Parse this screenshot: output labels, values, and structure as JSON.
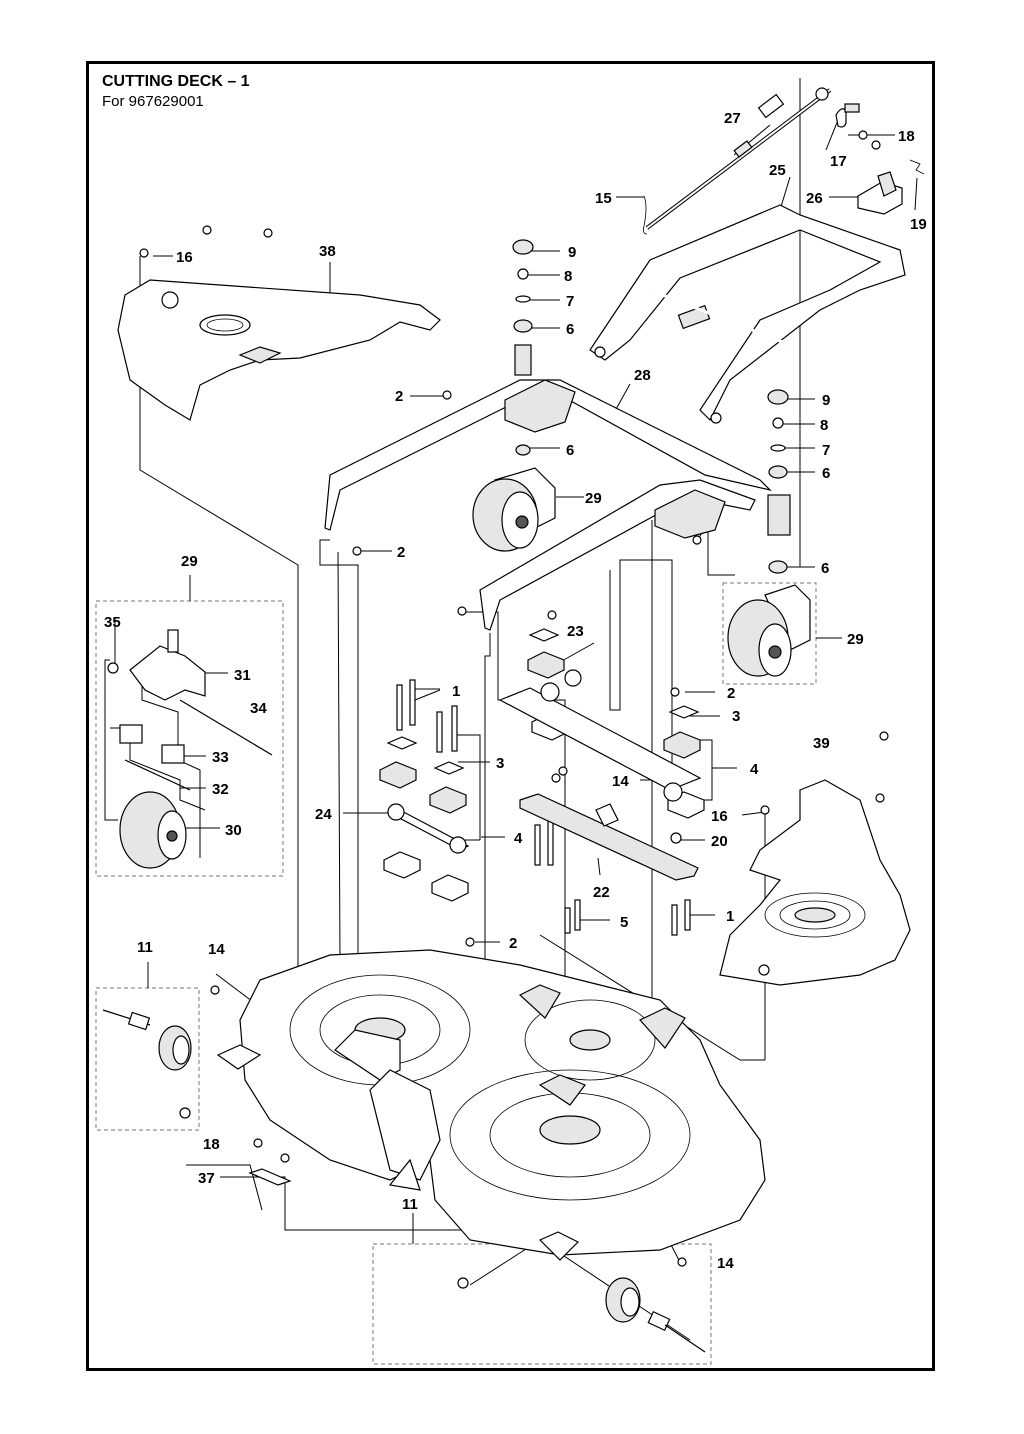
{
  "header": {
    "title": "CUTTING DECK – 1",
    "subtitle": "For 967629001"
  },
  "callouts": [
    {
      "id": "c27",
      "label": "27"
    },
    {
      "id": "c17",
      "label": "17"
    },
    {
      "id": "c18a",
      "label": "18"
    },
    {
      "id": "c15",
      "label": "15"
    },
    {
      "id": "c25",
      "label": "25"
    },
    {
      "id": "c26",
      "label": "26"
    },
    {
      "id": "c19",
      "label": "19"
    },
    {
      "id": "c9a",
      "label": "9"
    },
    {
      "id": "c8a",
      "label": "8"
    },
    {
      "id": "c7a",
      "label": "7"
    },
    {
      "id": "c6a",
      "label": "6"
    },
    {
      "id": "c16a",
      "label": "16"
    },
    {
      "id": "c38",
      "label": "38"
    },
    {
      "id": "c2a",
      "label": "2"
    },
    {
      "id": "c28",
      "label": "28"
    },
    {
      "id": "c6b",
      "label": "6"
    },
    {
      "id": "c9b",
      "label": "9"
    },
    {
      "id": "c8b",
      "label": "8"
    },
    {
      "id": "c7b",
      "label": "7"
    },
    {
      "id": "c6c",
      "label": "6"
    },
    {
      "id": "c29a",
      "label": "29"
    },
    {
      "id": "c2b",
      "label": "2"
    },
    {
      "id": "c6d",
      "label": "6"
    },
    {
      "id": "c29b",
      "label": "29"
    },
    {
      "id": "c29c",
      "label": "29"
    },
    {
      "id": "c35",
      "label": "35"
    },
    {
      "id": "c31",
      "label": "31"
    },
    {
      "id": "c34",
      "label": "34"
    },
    {
      "id": "c33",
      "label": "33"
    },
    {
      "id": "c32",
      "label": "32"
    },
    {
      "id": "c30",
      "label": "30"
    },
    {
      "id": "c23",
      "label": "23"
    },
    {
      "id": "c1a",
      "label": "1"
    },
    {
      "id": "c2c",
      "label": "2"
    },
    {
      "id": "c3a",
      "label": "3"
    },
    {
      "id": "c3b",
      "label": "3"
    },
    {
      "id": "c4a",
      "label": "4"
    },
    {
      "id": "c39",
      "label": "39"
    },
    {
      "id": "c14a",
      "label": "14"
    },
    {
      "id": "c16b",
      "label": "16"
    },
    {
      "id": "c24",
      "label": "24"
    },
    {
      "id": "c4b",
      "label": "4"
    },
    {
      "id": "c20",
      "label": "20"
    },
    {
      "id": "c22",
      "label": "22"
    },
    {
      "id": "c5",
      "label": "5"
    },
    {
      "id": "c1b",
      "label": "1"
    },
    {
      "id": "c2d",
      "label": "2"
    },
    {
      "id": "c11a",
      "label": "11"
    },
    {
      "id": "c14b",
      "label": "14"
    },
    {
      "id": "c18b",
      "label": "18"
    },
    {
      "id": "c37",
      "label": "37"
    },
    {
      "id": "c11b",
      "label": "11"
    },
    {
      "id": "c14c",
      "label": "14"
    }
  ]
}
